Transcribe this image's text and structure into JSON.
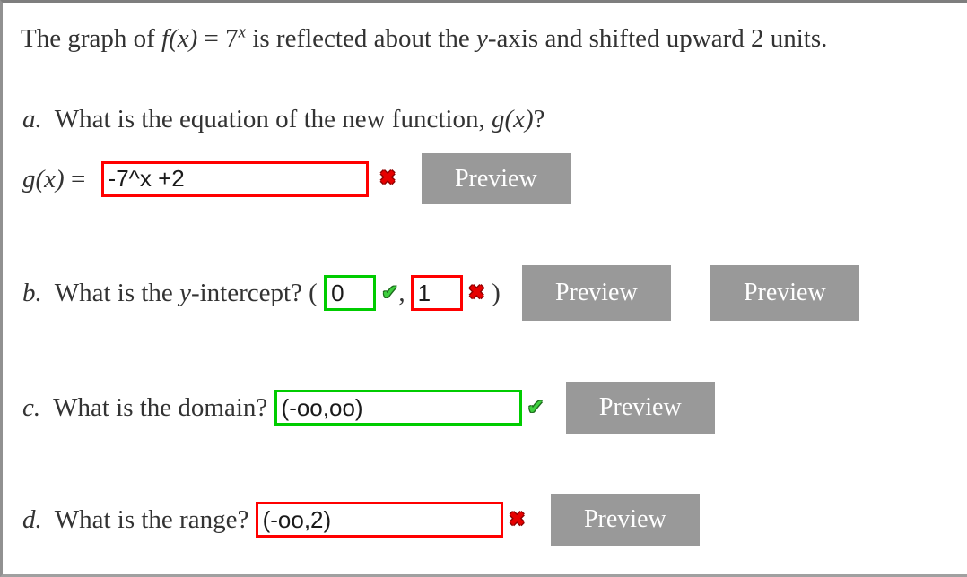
{
  "problem": {
    "statement": {
      "part1": "The graph of ",
      "f_func": "f(x)",
      "equals": " = ",
      "base": "7",
      "exponent": "x",
      "part2": " is reflected about the ",
      "y_var": "y",
      "part3": "-axis and shifted upward 2 units."
    }
  },
  "questions": {
    "a": {
      "label": "a.",
      "text": "  What is the equation of the new function, ",
      "func": "g(x)",
      "tail": "?"
    },
    "b": {
      "label": "b.",
      "lead": "  What is the ",
      "y_var": "y",
      "tail": "-intercept? ",
      "open_paren": "( ",
      "comma": ",",
      "close_paren": " )"
    },
    "c": {
      "label": "c.",
      "text": "  What is the domain? "
    },
    "d": {
      "label": "d.",
      "text": "  What is the range? "
    }
  },
  "answers": {
    "a": {
      "lhs": "g(x)",
      "equals": " = ",
      "value": "-7^x +2",
      "status": "incorrect"
    },
    "b1": {
      "value": "0",
      "status": "correct"
    },
    "b2": {
      "value": "1",
      "status": "incorrect"
    },
    "c": {
      "value": "(-oo,oo)",
      "status": "correct"
    },
    "d": {
      "value": "(-oo,2)",
      "status": "incorrect"
    }
  },
  "icons": {
    "correct": "✔",
    "incorrect": "✖"
  },
  "buttons": {
    "preview_label": "Preview"
  },
  "colors": {
    "correct_border": "#00cc00",
    "incorrect_border": "#ff0000",
    "check_fill": "#3ecf3e",
    "cross_fill": "#e60000",
    "button_bg": "#999999",
    "button_text": "#ffffff",
    "frame_border": "#919191",
    "text": "#333333"
  }
}
